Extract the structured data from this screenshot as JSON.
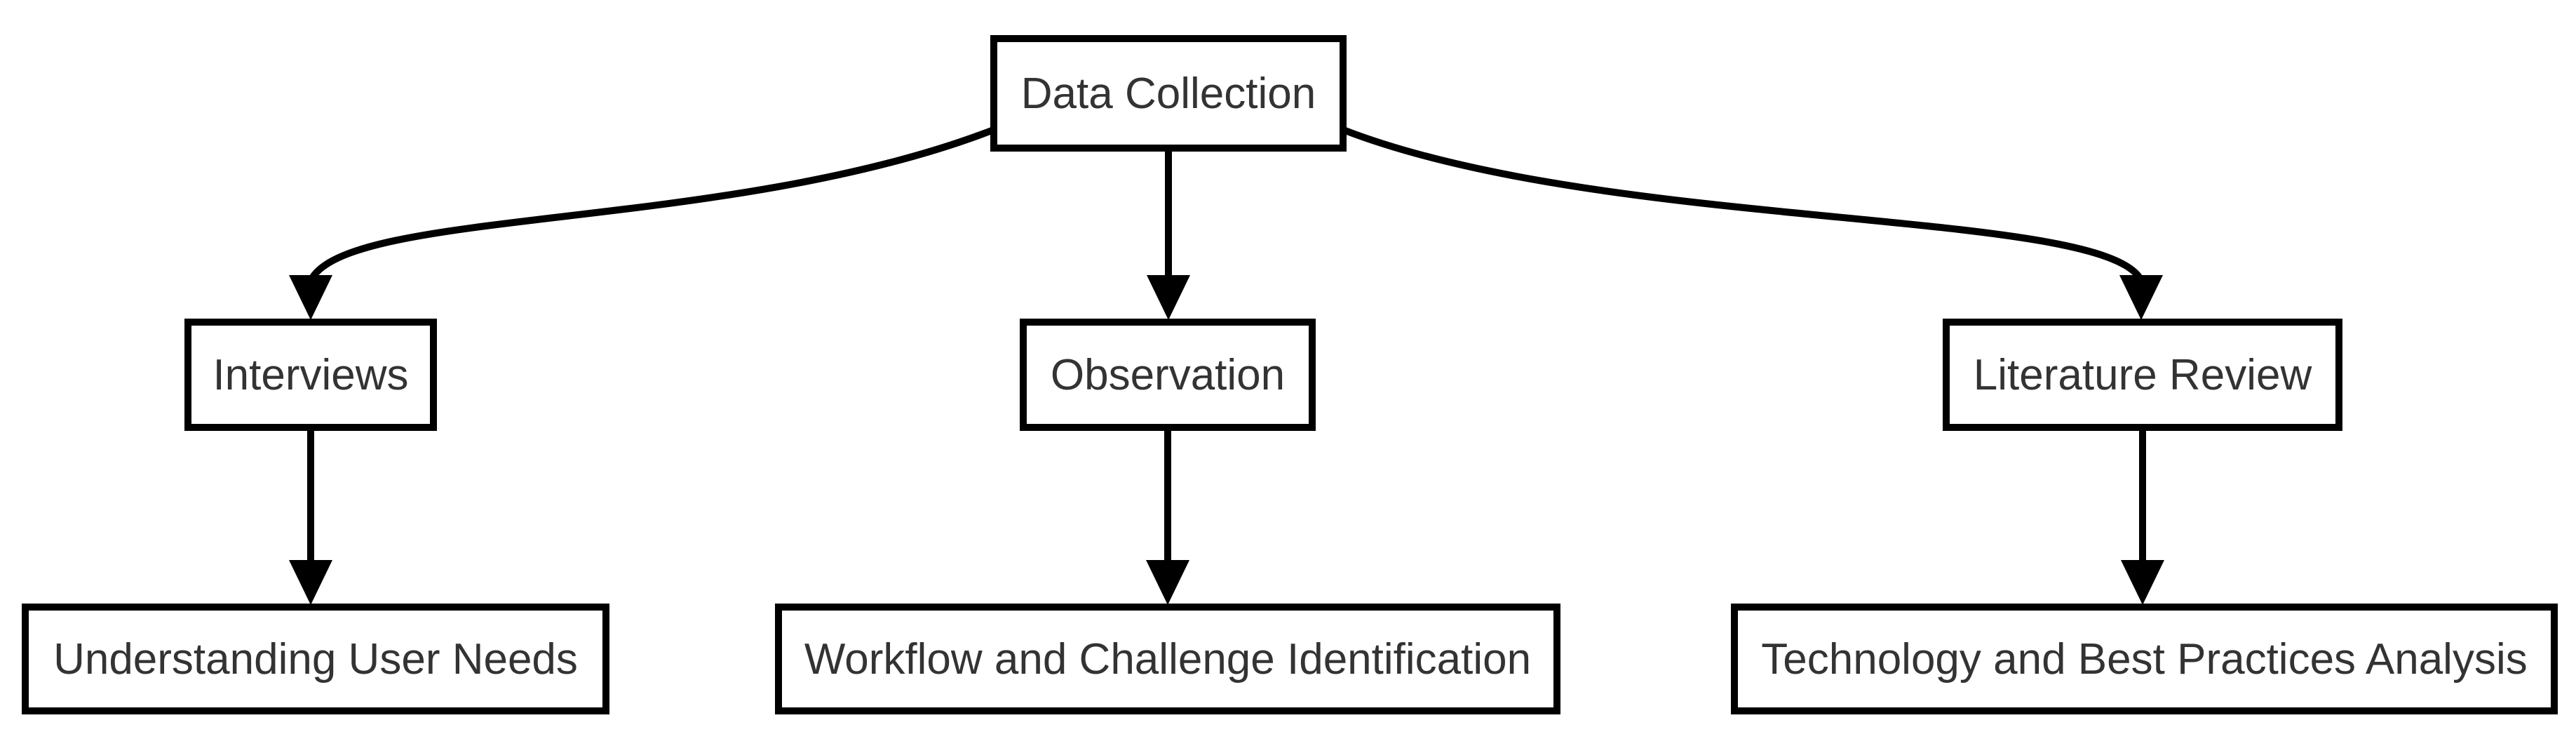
{
  "diagram": {
    "background": "#ffffff",
    "colors": {
      "node_border": "#000000",
      "node_fill": "#ffffff",
      "text": "#333333",
      "edge": "#000000"
    },
    "nodes": [
      {
        "id": "data-collection",
        "label": "Data Collection"
      },
      {
        "id": "interviews",
        "label": "Interviews"
      },
      {
        "id": "observation",
        "label": "Observation"
      },
      {
        "id": "literature-review",
        "label": "Literature Review"
      },
      {
        "id": "understanding-user-needs",
        "label": "Understanding User Needs"
      },
      {
        "id": "workflow-and-challenge-identification",
        "label": "Workflow and Challenge Identification"
      },
      {
        "id": "technology-and-best-practices-analysis",
        "label": "Technology and Best Practices Analysis"
      }
    ],
    "edges": [
      {
        "from": "data-collection",
        "to": "interviews"
      },
      {
        "from": "data-collection",
        "to": "observation"
      },
      {
        "from": "data-collection",
        "to": "literature-review"
      },
      {
        "from": "interviews",
        "to": "understanding-user-needs"
      },
      {
        "from": "observation",
        "to": "workflow-and-challenge-identification"
      },
      {
        "from": "literature-review",
        "to": "technology-and-best-practices-analysis"
      }
    ]
  }
}
